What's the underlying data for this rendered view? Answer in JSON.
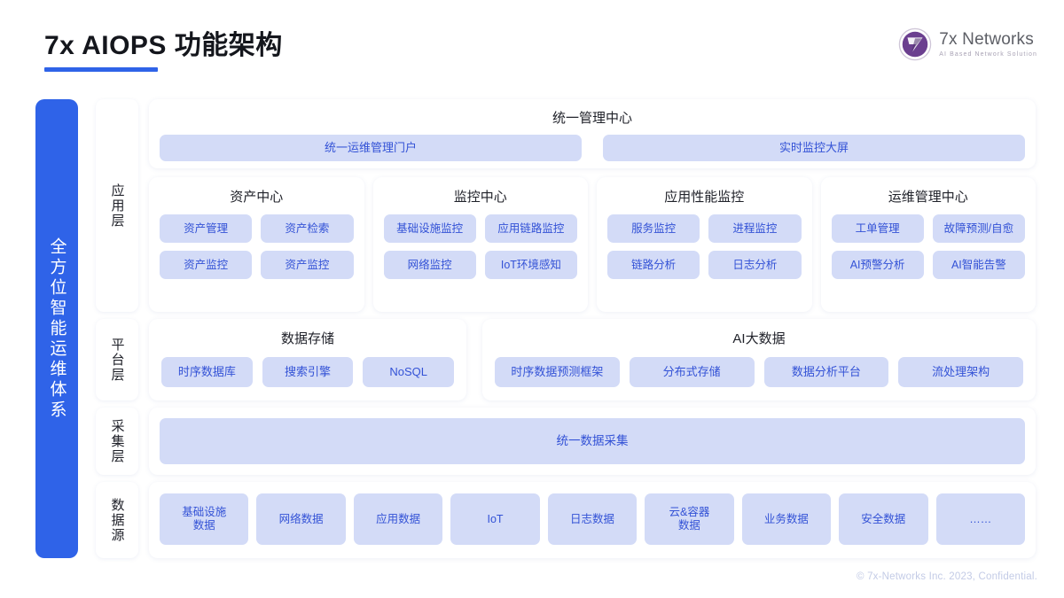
{
  "header": {
    "title": "7x AIOPS 功能架构",
    "logo_name": "7x Networks",
    "logo_tagline": "AI Based Network Solution"
  },
  "sidebar": {
    "banner": "全方位智能运维体系",
    "layers": [
      {
        "label": "应用层"
      },
      {
        "label": "平台层"
      },
      {
        "label": "采集层"
      },
      {
        "label": "数据源"
      }
    ]
  },
  "application_layer": {
    "unified_center": {
      "title": "统一管理中心",
      "items": [
        "统一运维管理门户",
        "实时监控大屏"
      ]
    },
    "cards": [
      {
        "title": "资产中心",
        "items": [
          "资产管理",
          "资产检索",
          "资产监控",
          "资产监控"
        ]
      },
      {
        "title": "监控中心",
        "items": [
          "基础设施监控",
          "应用链路监控",
          "网络监控",
          "IoT环境感知"
        ]
      },
      {
        "title": "应用性能监控",
        "items": [
          "服务监控",
          "进程监控",
          "链路分析",
          "日志分析"
        ]
      },
      {
        "title": "运维管理中心",
        "items": [
          "工单管理",
          "故障预测/自愈",
          "AI预警分析",
          "AI智能告警"
        ]
      }
    ]
  },
  "platform_layer": {
    "cards": [
      {
        "title": "数据存储",
        "items": [
          "时序数据库",
          "搜索引擎",
          "NoSQL"
        ]
      },
      {
        "title": "AI大数据",
        "items": [
          "时序数据预测框架",
          "分布式存储",
          "数据分析平台",
          "流处理架构"
        ]
      }
    ]
  },
  "collection_layer": {
    "item": "统一数据采集"
  },
  "data_source_layer": {
    "items": [
      "基础设施\n数据",
      "网络数据",
      "应用数据",
      "IoT",
      "日志数据",
      "云&容器\n数据",
      "业务数据",
      "安全数据",
      "……"
    ]
  },
  "footer": {
    "copyright": "© 7x-Networks Inc. 2023, Confidential."
  },
  "colors": {
    "brand_blue": "#2f63e8",
    "chip_bg": "#d3dbf7",
    "chip_text": "#3352d6",
    "logo_purple": "#6b3f8f"
  }
}
